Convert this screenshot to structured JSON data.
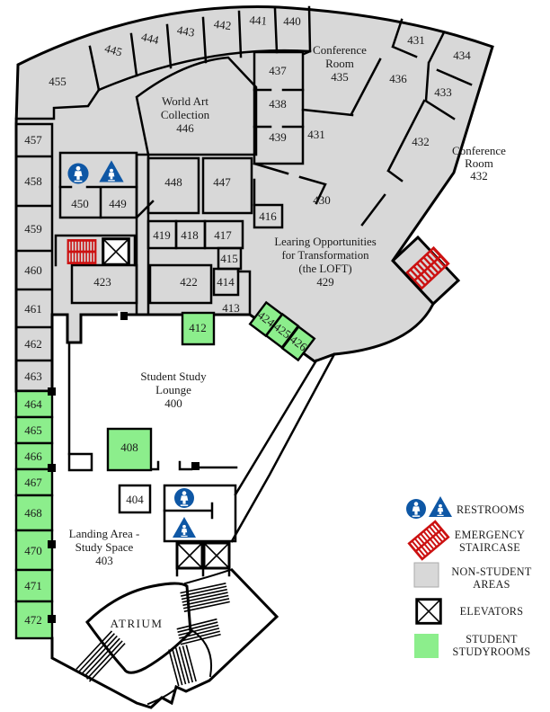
{
  "colors": {
    "non_student_fill": "#d8d8d8",
    "student_room_fill": "#8cee8c",
    "staircase_red": "#cc1111",
    "restroom_blue": "#0e57a5",
    "wall_black": "#000000",
    "background": "#ffffff"
  },
  "rooms": {
    "455": "455",
    "445": "445",
    "444": "444",
    "443": "443",
    "442": "442",
    "441": "441",
    "440": "440",
    "431": "431",
    "434": "434",
    "436": "436",
    "433": "433",
    "432": "432",
    "437": "437",
    "438": "438",
    "439": "439",
    "457": "457",
    "458": "458",
    "459": "459",
    "460": "460",
    "461": "461",
    "462": "462",
    "463": "463",
    "464": "464",
    "465": "465",
    "466": "466",
    "467": "467",
    "468": "468",
    "470": "470",
    "471": "471",
    "472": "472",
    "450": "450",
    "449": "449",
    "448": "448",
    "447": "447",
    "416": "416",
    "419": "419",
    "418": "418",
    "417": "417",
    "415": "415",
    "414": "414",
    "413": "413",
    "412": "412",
    "422": "422",
    "423": "423",
    "424": "424",
    "425": "425",
    "426": "426",
    "408": "408",
    "404": "404",
    "430": "430"
  },
  "areas": {
    "world_art": {
      "line1": "World Art",
      "line2": "Collection",
      "number": "446"
    },
    "conference_435": {
      "line1": "Conference",
      "line2": "Room",
      "number": "435"
    },
    "conference_432": {
      "line1": "Conference",
      "line2": "Room",
      "number": "432"
    },
    "loft": {
      "line1": "Learing Opportunities",
      "line2": "for Transformation",
      "line3": "(the LOFT)",
      "number": "429"
    },
    "lounge": {
      "line1": "Student Study",
      "line2": "Lounge",
      "number": "400"
    },
    "landing": {
      "line1": "Landing Area -",
      "line2": "Study Space",
      "number": "403"
    },
    "atrium": {
      "label": "ATRIUM"
    }
  },
  "legend": {
    "restrooms_label": "RESTROOMS",
    "emergency_line1": "EMERGENCY",
    "emergency_line2": "STAIRCASE",
    "non_student_line1": "NON-STUDENT",
    "non_student_line2": "AREAS",
    "elevators_label": "ELEVATORS",
    "student_line1": "STUDENT",
    "student_line2": "STUDYROOMS"
  }
}
